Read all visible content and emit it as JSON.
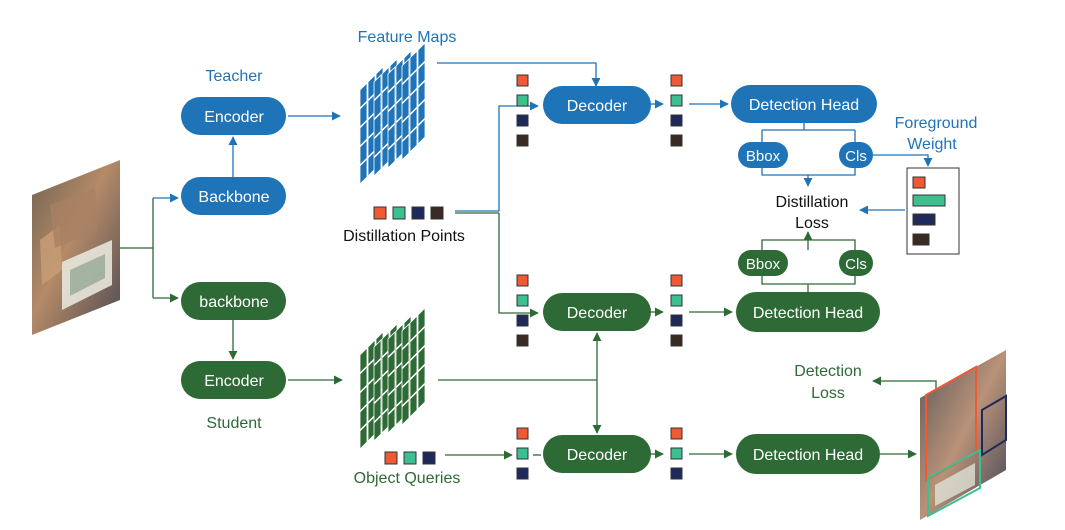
{
  "colors": {
    "teacher_blue": "#1f73b7",
    "student_green": "#2e6a35",
    "query_orange": "#ee5a36",
    "query_teal": "#3dbf8f",
    "query_navy": "#1f2a5a",
    "query_brown": "#3a2a24",
    "arrow_gray": "#3a7a4a"
  },
  "teacher": {
    "title": "Teacher",
    "encoder": "Encoder",
    "backbone": "Backbone"
  },
  "student": {
    "title": "Student",
    "encoder": "Encoder",
    "backbone": "backbone"
  },
  "feature_maps_label": "Feature Maps",
  "distillation_points_label": "Distillation Points",
  "object_queries_label": "Object Queries",
  "decoders": {
    "teacher": "Decoder",
    "student_distill": "Decoder",
    "student_object": "Decoder"
  },
  "detection_heads": {
    "teacher": "Detection Head",
    "student_distill": "Detection Head",
    "student_object": "Detection Head"
  },
  "heads": {
    "teacher_bbox": "Bbox",
    "teacher_cls": "Cls",
    "student_bbox": "Bbox",
    "student_cls": "Cls"
  },
  "foreground_weight_label": [
    "Foreground",
    "Weight"
  ],
  "distillation_loss_label": [
    "Distillation",
    "Loss"
  ],
  "detection_loss_label": [
    "Detection",
    "Loss"
  ],
  "images": {
    "input": "cat-reading-input-image",
    "output": "cat-reading-detection-output"
  }
}
